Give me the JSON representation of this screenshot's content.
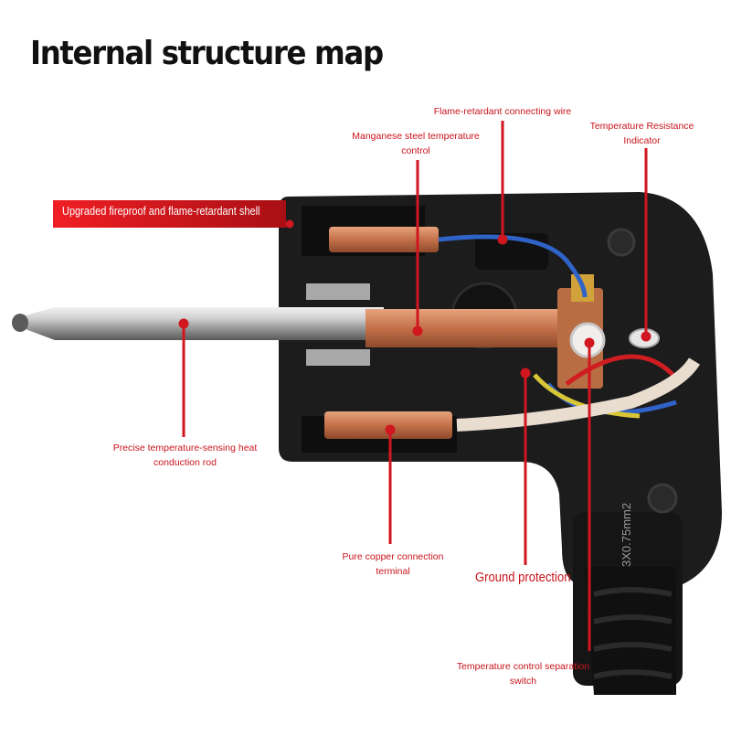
{
  "title": "Internal structure map",
  "labels": {
    "flame_wire": "Flame-retardant connecting wire",
    "manganese": "Manganese steel temperature control",
    "temp_indicator": "Temperature Resistance Indicator",
    "shell": "Upgraded fireproof and flame-retardant shell",
    "rod": "Precise temperature-sensing heat conduction rod",
    "copper_terminal": "Pure copper connection terminal",
    "ground": "Ground protection",
    "separation_switch": "Temperature control separation switch"
  },
  "cable_marking": "3X0.75mm2",
  "colors": {
    "accent_red": "#d0161f",
    "device_body": "#1c1c1d",
    "copper": "#c8734a",
    "wire_blue": "#2f63c8",
    "wire_red": "#cf1d22",
    "wire_yellow": "#d9c637"
  }
}
